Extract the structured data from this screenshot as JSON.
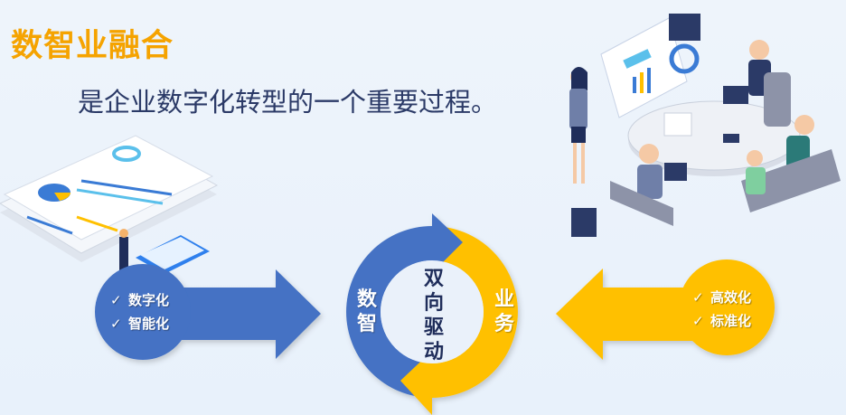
{
  "header": {
    "title": "数智业融合",
    "subtitle": "是企业数字化转型的一个重要过程。"
  },
  "left_circle": {
    "items": [
      "数字化",
      "智能化"
    ],
    "check_icon": "✓"
  },
  "right_circle": {
    "items": [
      "高效化",
      "标准化"
    ],
    "check_icon": "✓"
  },
  "cycle": {
    "left_label": "数智",
    "right_label": "业务",
    "center_label": "双向驱动"
  },
  "colors": {
    "blue": "#4472c4",
    "yellow": "#ffc000",
    "title": "#f5a300",
    "navy": "#1f2d5a"
  }
}
